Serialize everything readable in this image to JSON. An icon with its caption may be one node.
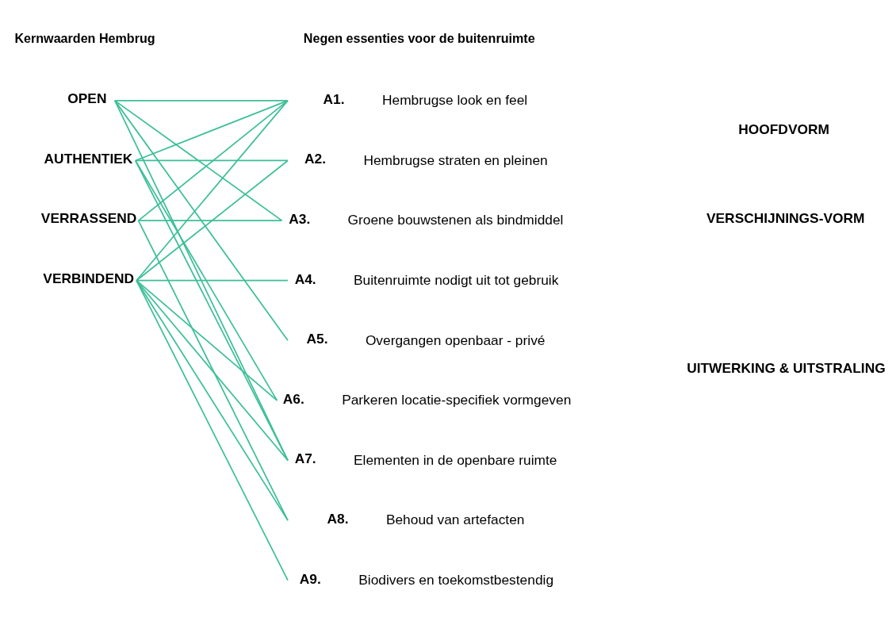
{
  "diagram": {
    "nodes": [
      {
        "text": [
          "OPEN"
        ]
      },
      {
        "text": [
          "AUTHENTIEK"
        ]
      },
      {
        "text": [
          "VERRASSEND"
        ]
      },
      {
        "text": [
          "VERBINDEND"
        ]
      },
      {
        "text": [
          "A1.",
          "Hembrugse look en feel"
        ]
      },
      {
        "text": [
          "A2.",
          "Hembrugse straten en pleinen"
        ]
      },
      {
        "text": [
          "A3.",
          "Groene bouwstenen als bindmiddel"
        ]
      },
      {
        "text": [
          "A4.",
          "Buitenruimte nodigt uit tot gebruik"
        ]
      },
      {
        "text": [
          "A5.",
          "Overgangen openbaar - privé"
        ]
      },
      {
        "text": [
          "A6.",
          "Parkeren locatie-specifiek vormgeven"
        ]
      },
      {
        "text": [
          "A7.",
          "Elementen in de openbare ruimte"
        ]
      },
      {
        "text": [
          "A8.",
          "Behoud van artefacten"
        ]
      },
      {
        "text": [
          "A9.",
          "Biodivers en toekomstbestendig"
        ]
      }
    ],
    "edges": [
      {
        "from": 0,
        "to": 4,
        "arrow": "none"
      },
      {
        "from": 0,
        "to": 6,
        "arrow": "none"
      },
      {
        "from": 0,
        "to": 8,
        "arrow": "none"
      },
      {
        "from": 0,
        "to": 10,
        "arrow": "none"
      },
      {
        "from": 1,
        "to": 4,
        "arrow": "none"
      },
      {
        "from": 1,
        "to": 5,
        "arrow": "none"
      },
      {
        "from": 1,
        "to": 9,
        "arrow": "none"
      },
      {
        "from": 1,
        "to": 10,
        "arrow": "none"
      },
      {
        "from": 2,
        "to": 4,
        "arrow": "none"
      },
      {
        "from": 2,
        "to": 6,
        "arrow": "none"
      },
      {
        "from": 2,
        "to": 11,
        "arrow": "none"
      },
      {
        "from": 3,
        "to": 4,
        "arrow": "none"
      },
      {
        "from": 3,
        "to": 5,
        "arrow": "none"
      },
      {
        "from": 3,
        "to": 7,
        "arrow": "none"
      },
      {
        "from": 3,
        "to": 9,
        "arrow": "none"
      },
      {
        "from": 3,
        "to": 10,
        "arrow": "none"
      },
      {
        "from": 3,
        "to": 11,
        "arrow": "none"
      },
      {
        "from": 3,
        "to": 12,
        "arrow": "none"
      }
    ],
    "labels": [
      "Kernwaarden Hembrug",
      "Negen essenties voor de buitenruimte",
      "HOOFDVORM",
      "VERSCHIJNINGS-VORM",
      "UITWERKING & UITSTRALING"
    ]
  }
}
